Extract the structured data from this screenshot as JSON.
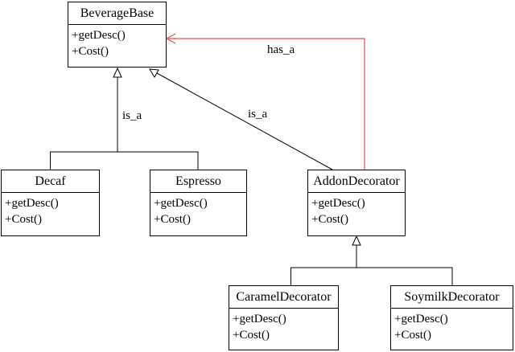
{
  "classes": {
    "beverage_base": {
      "name": "BeverageBase",
      "methods": [
        "+getDesc()",
        "+Cost()"
      ]
    },
    "decaf": {
      "name": "Decaf",
      "methods": [
        "+getDesc()",
        "+Cost()"
      ]
    },
    "espresso": {
      "name": "Espresso",
      "methods": [
        "+getDesc()",
        "+Cost()"
      ]
    },
    "addon_decorator": {
      "name": "AddonDecorator",
      "methods": [
        "+getDesc()",
        "+Cost()"
      ]
    },
    "caramel_decorator": {
      "name": "CaramelDecorator",
      "methods": [
        "+getDesc()",
        "+Cost()"
      ]
    },
    "soymilk_decorator": {
      "name": "SoymilkDecorator",
      "methods": [
        "+getDesc()",
        "+Cost()"
      ]
    }
  },
  "relations": {
    "inheritance_label": "is_a",
    "aggregation_label": "has_a"
  },
  "colors": {
    "line": "#000000",
    "aggregation": "#e8494f",
    "background": "#ffffff"
  }
}
